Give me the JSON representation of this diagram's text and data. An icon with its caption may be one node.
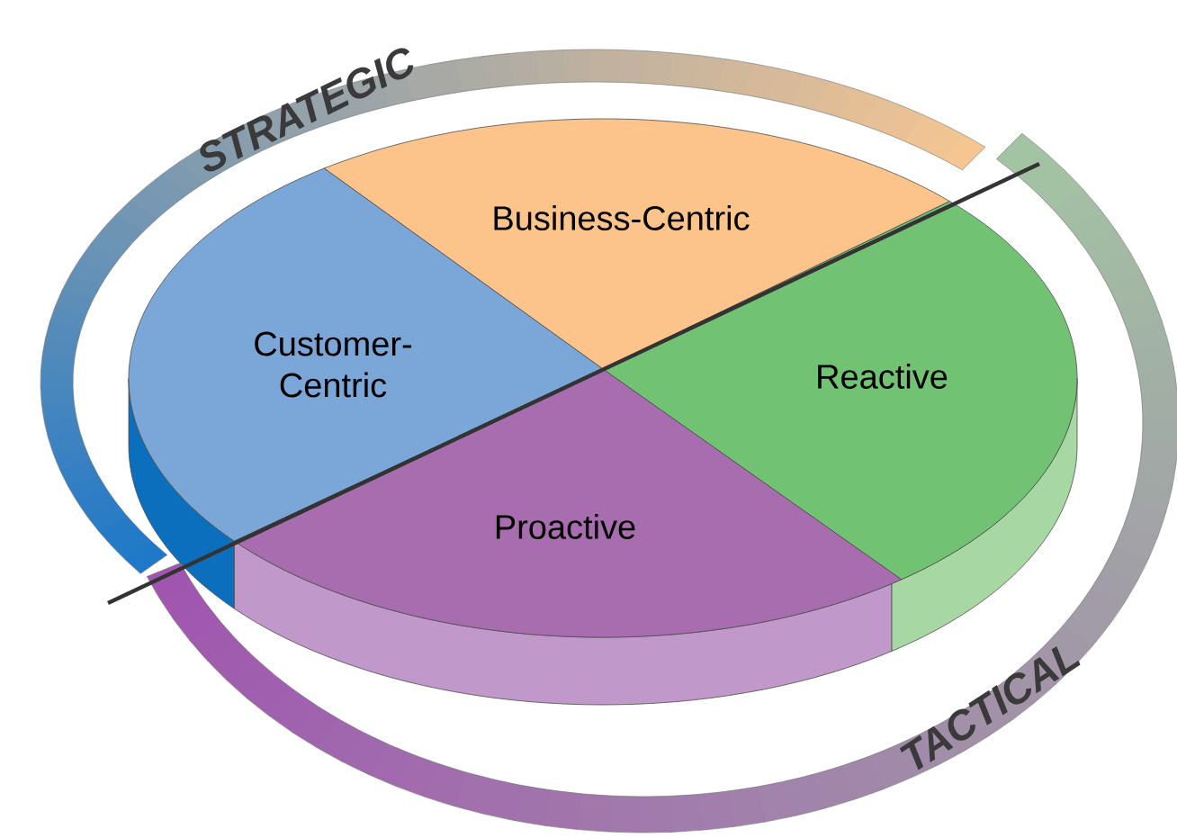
{
  "diagram": {
    "nodes": [
      {
        "text": [
          "STRATEGIC"
        ]
      },
      {
        "text": [
          "Business-Centric"
        ]
      },
      {
        "text": [
          "Customer-Centric"
        ]
      },
      {
        "text": [
          "Reactive"
        ]
      },
      {
        "text": [
          "Proactive"
        ]
      },
      {
        "text": [
          "TACTICAL"
        ]
      }
    ]
  }
}
